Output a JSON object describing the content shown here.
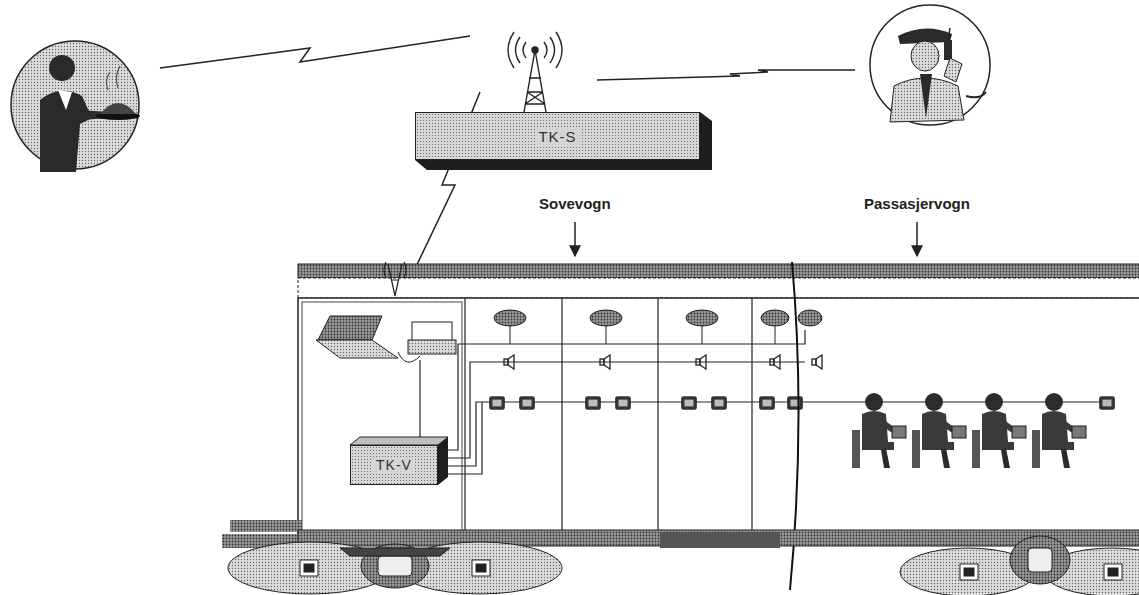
{
  "diagram": {
    "nodes": [
      {
        "text": [
          "TK-S"
        ]
      },
      {
        "text": [
          "TK-V"
        ]
      }
    ],
    "labels": [
      "Sovevogn",
      "Passasjervogn"
    ]
  }
}
